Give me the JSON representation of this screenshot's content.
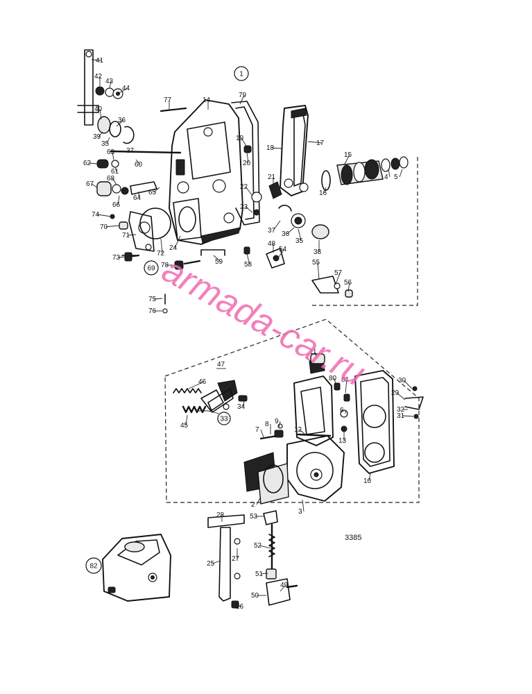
{
  "diagram": {
    "drawing_number": "3385",
    "watermark": "armada-car.ru",
    "circled_labels": [
      "1",
      "69",
      "33",
      "82"
    ],
    "section_label": "47",
    "callouts": [
      "41",
      "42",
      "43",
      "44",
      "40",
      "36",
      "39",
      "35",
      "37",
      "60",
      "63",
      "61",
      "62",
      "68",
      "67",
      "66",
      "64",
      "65",
      "74",
      "70",
      "71",
      "72",
      "24",
      "73",
      "69",
      "78",
      "59",
      "58",
      "77",
      "14",
      "79",
      "19",
      "20",
      "22",
      "23",
      "21",
      "18",
      "17",
      "15",
      "16",
      "4",
      "5",
      "37",
      "36",
      "35",
      "38",
      "48",
      "54",
      "55",
      "57",
      "56",
      "75",
      "76",
      "11",
      "80",
      "81",
      "6",
      "12",
      "13",
      "9",
      "8",
      "7",
      "10",
      "30",
      "29",
      "32",
      "31",
      "46",
      "45",
      "34",
      "33",
      "2",
      "3",
      "28",
      "53",
      "52",
      "51",
      "50",
      "49",
      "25",
      "27",
      "26",
      "82"
    ]
  }
}
